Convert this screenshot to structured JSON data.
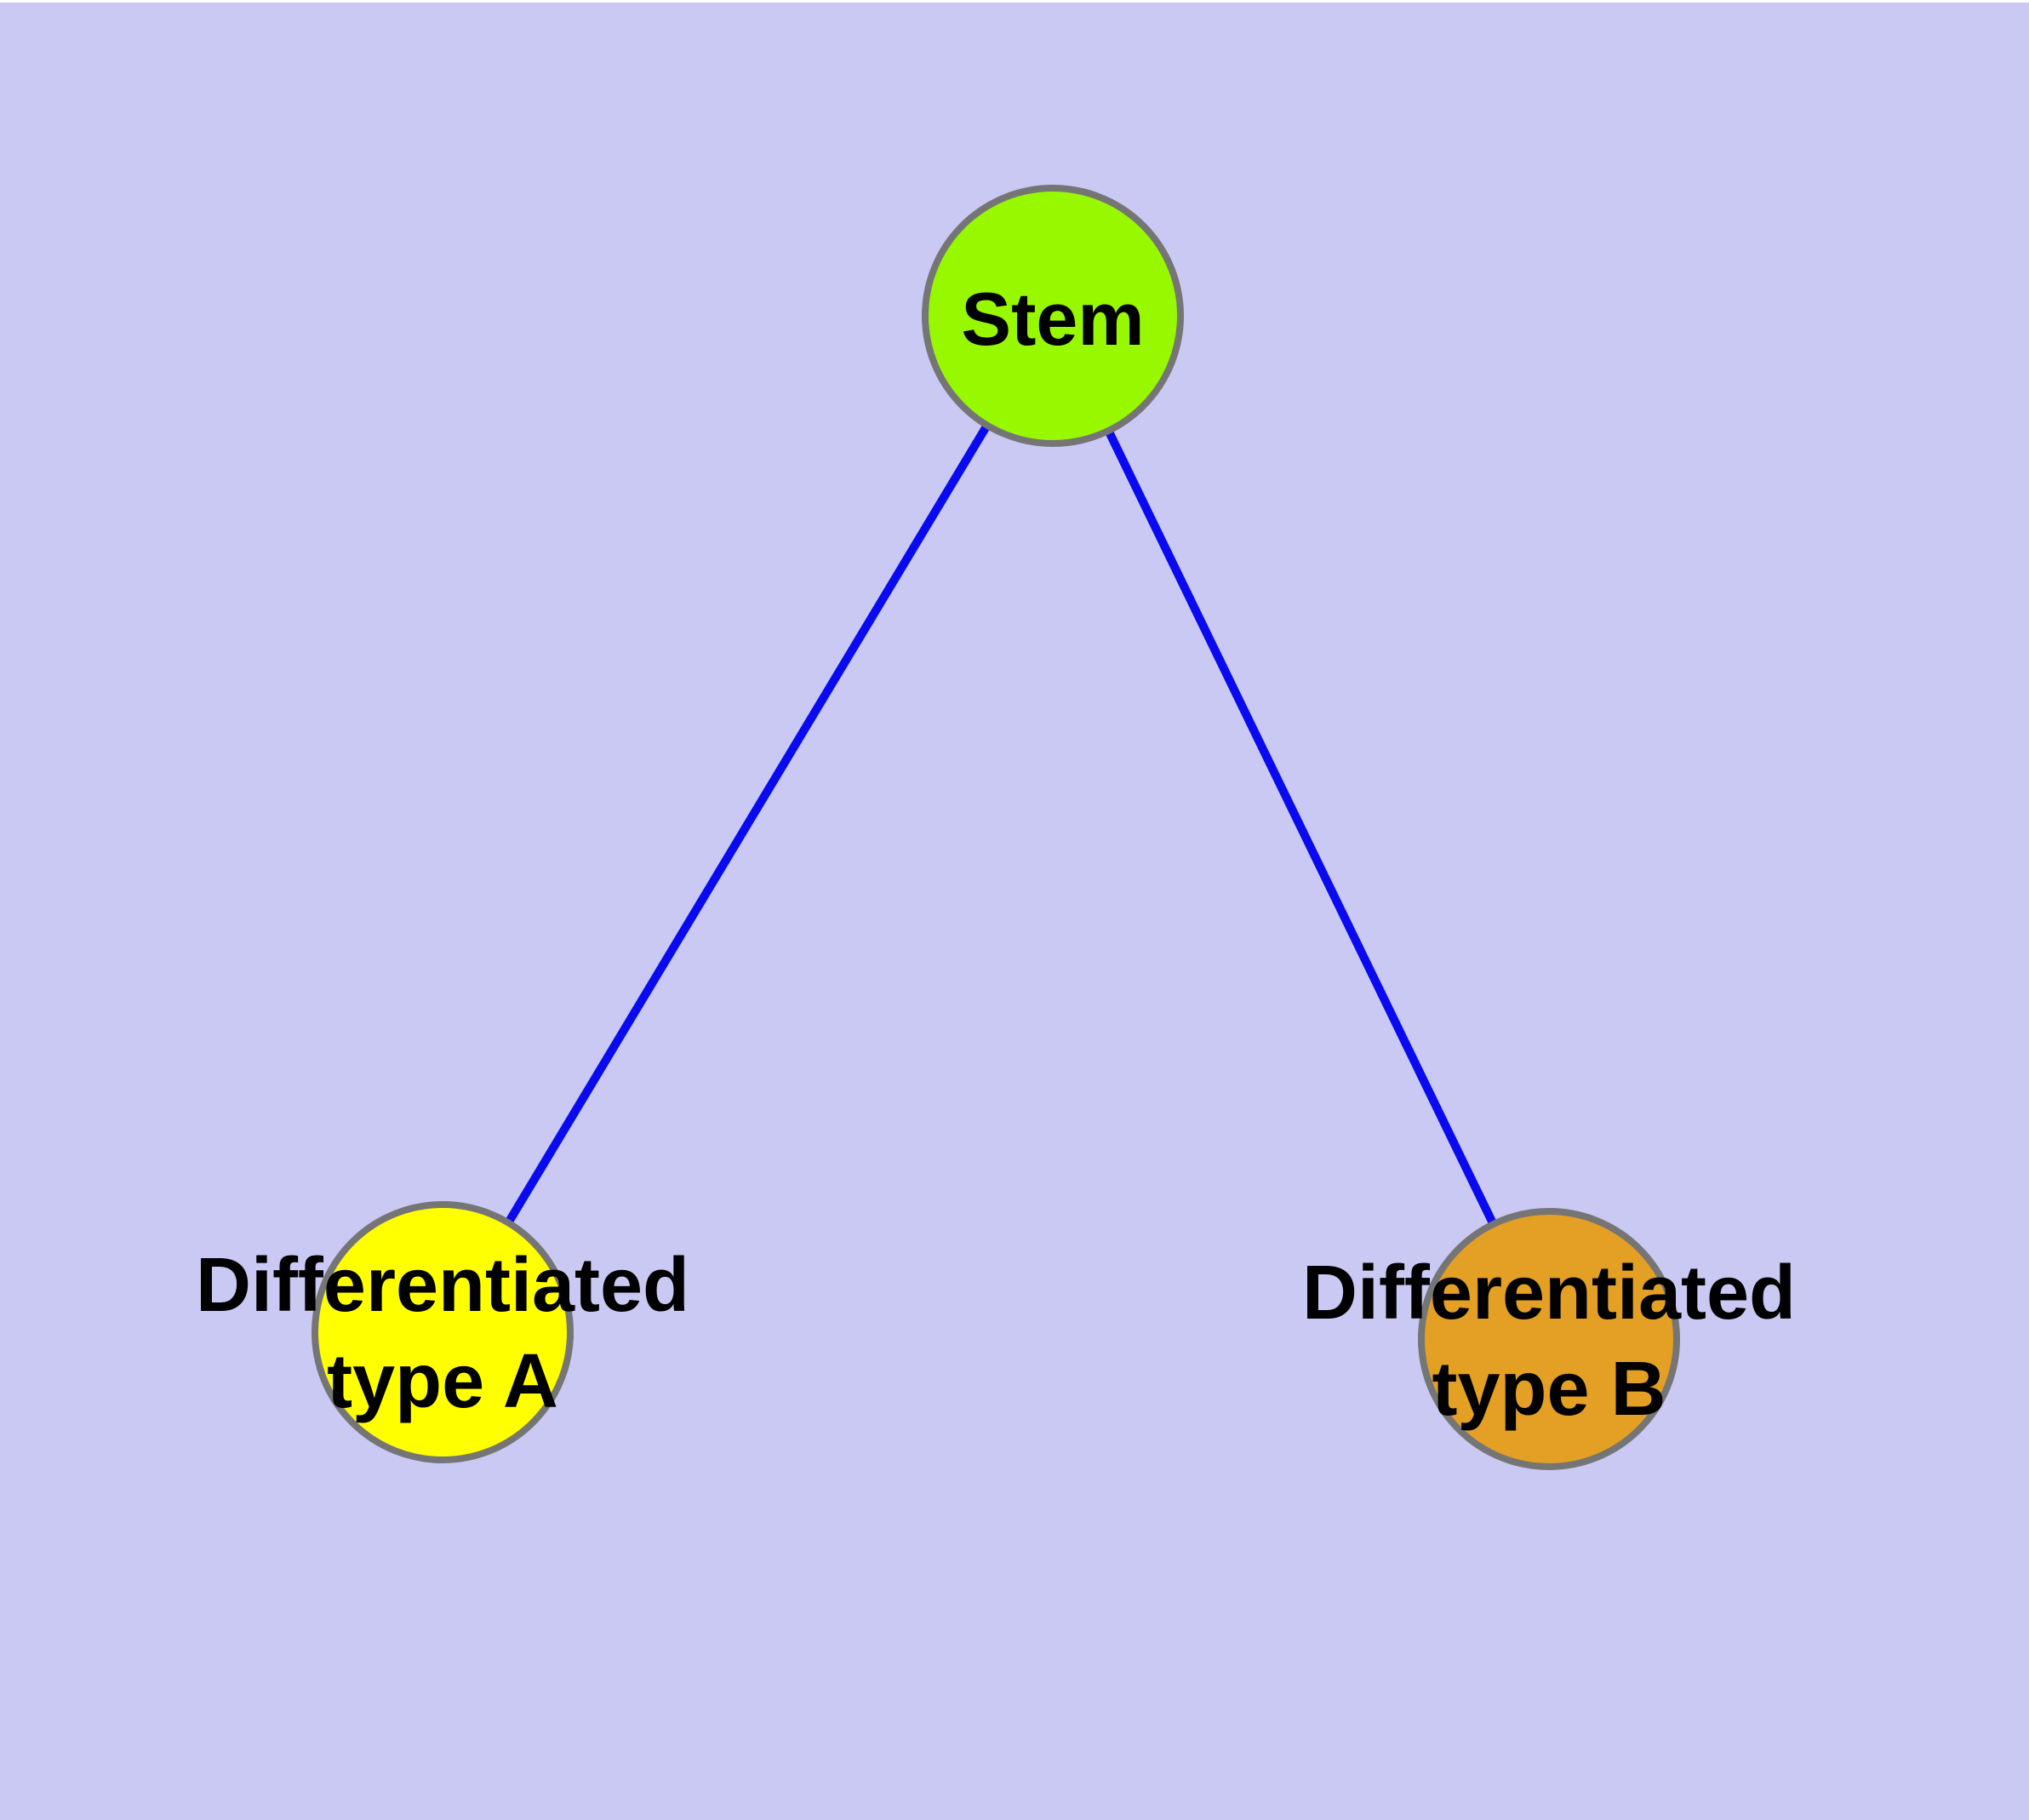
{
  "diagram_type": "node-link graph",
  "background_color": "#C9C9F4",
  "edge_color": "#0A0AF0",
  "node_border_color": "#757575",
  "text_color": "#000000",
  "nodes": {
    "stem": {
      "label": "Stem",
      "fill": "#98F800"
    },
    "type_a": {
      "line1": "Differentiated",
      "line2": "type A",
      "label": "Differentiated type A",
      "fill": "#FFFF00"
    },
    "type_b": {
      "line1": "Differentiated",
      "line2": "type B",
      "label": "Differentiated type B",
      "fill": "#E3A024"
    }
  },
  "edges": [
    {
      "from": "Stem",
      "to": "Differentiated type A"
    },
    {
      "from": "Stem",
      "to": "Differentiated type B"
    }
  ]
}
